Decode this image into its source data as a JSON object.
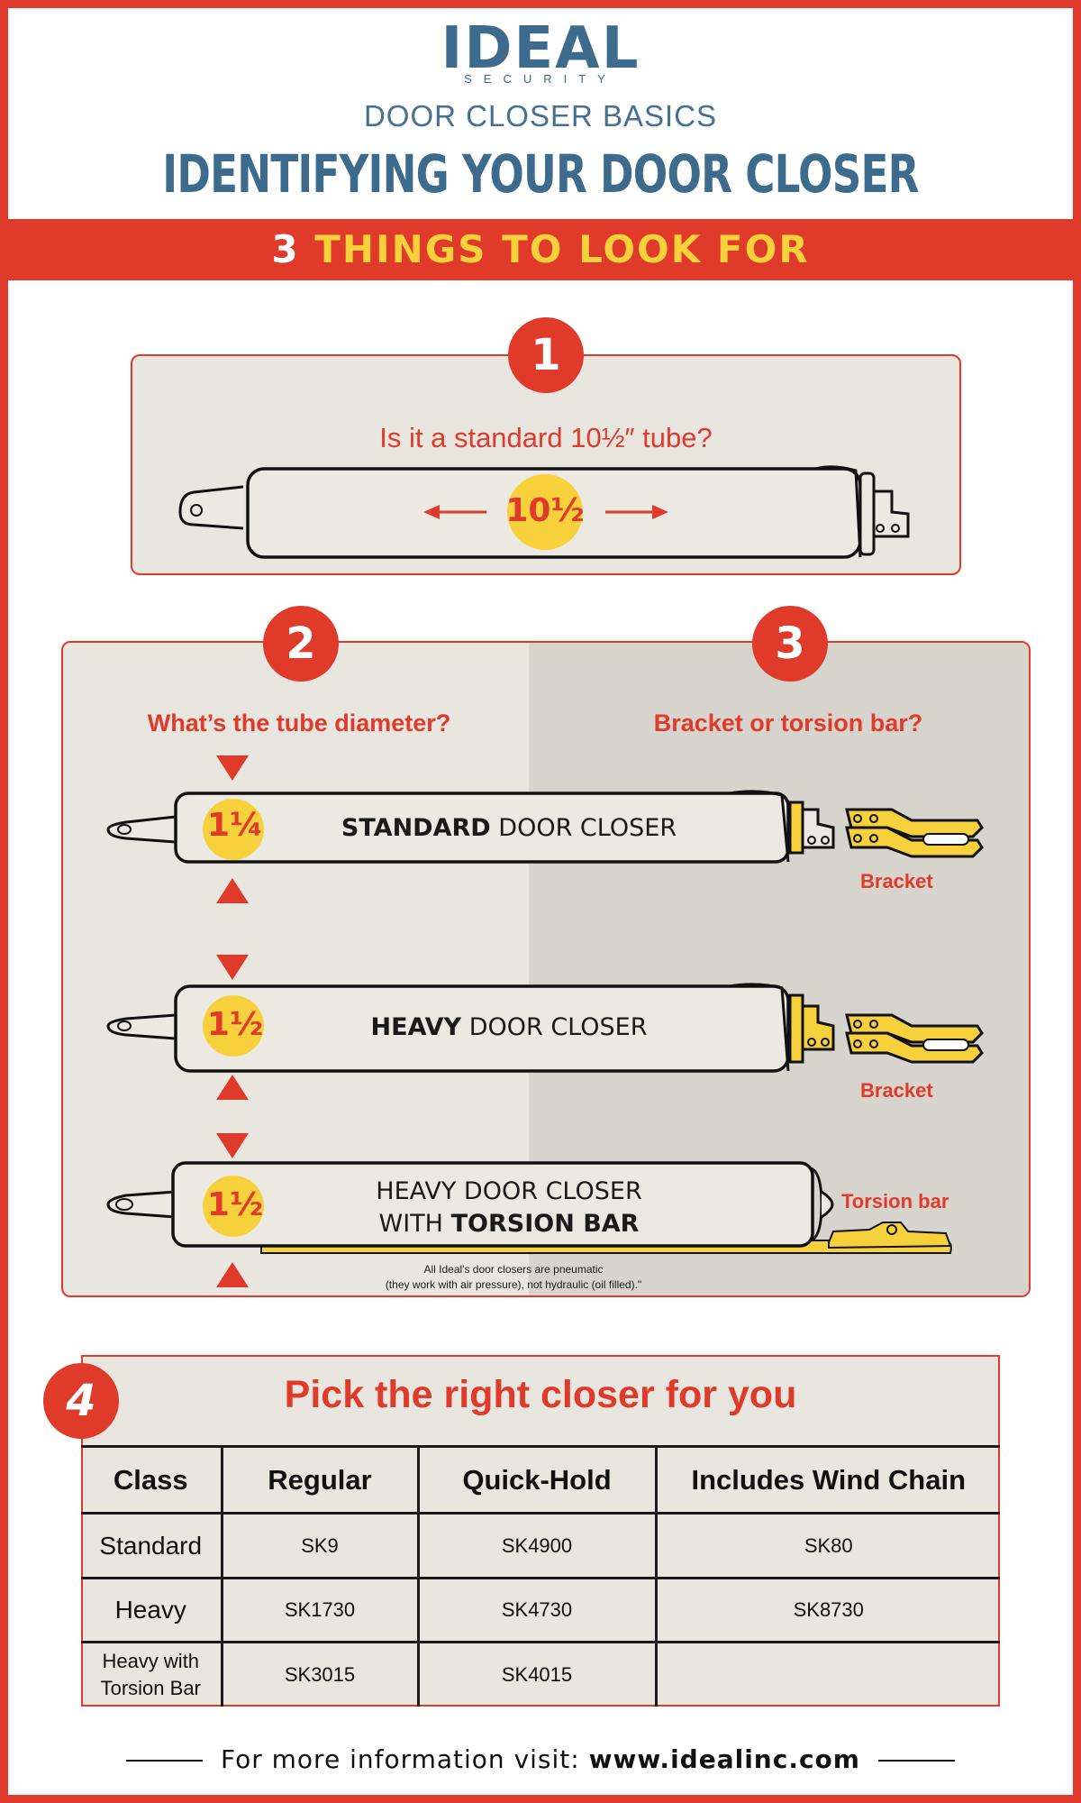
{
  "brand": {
    "name": "IDEAL",
    "sub": "SECURITY",
    "color": "#3d6b8e"
  },
  "header": {
    "kicker": "DOOR CLOSER BASICS",
    "title": "IDENTIFYING YOUR DOOR CLOSER"
  },
  "banner": {
    "number": "3",
    "text": "THINGS TO LOOK FOR"
  },
  "step1": {
    "number": "1",
    "question": "Is it a standard 10½″ tube?",
    "length": "10½"
  },
  "step2": {
    "number": "2",
    "question": "What’s the tube diameter?"
  },
  "step3": {
    "number": "3",
    "question": "Bracket or torsion bar?"
  },
  "closers": [
    {
      "diameter": "1¼",
      "label_bold": "STANDARD",
      "label_rest": "DOOR CLOSER",
      "part": "Bracket"
    },
    {
      "diameter": "1½",
      "label_bold": "HEAVY",
      "label_rest": "DOOR CLOSER",
      "part": "Bracket"
    },
    {
      "diameter": "1½",
      "label_line1": "HEAVY DOOR CLOSER",
      "label_line2_plain": "WITH",
      "label_line2_bold": "TORSION BAR",
      "part": "Torsion bar"
    }
  ],
  "footnote": {
    "line1": "All Ideal's door closers are pneumatic",
    "line2": "(they work with air pressure), not hydraulic (oil filled).\""
  },
  "step4": {
    "number": "4",
    "title": "Pick the right closer for you"
  },
  "table": {
    "headers": [
      "Class",
      "Regular",
      "Quick-Hold",
      "Includes Wind Chain"
    ],
    "rows": [
      [
        "Standard",
        "SK9",
        "SK4900",
        "SK80"
      ],
      [
        "Heavy",
        "SK1730",
        "SK4730",
        "SK8730"
      ],
      [
        "Heavy with Torsion Bar",
        "SK3015",
        "SK4015",
        ""
      ]
    ],
    "row3_head_line1": "Heavy with",
    "row3_head_line2": "Torsion Bar"
  },
  "footer": {
    "prefix": "For more information visit:",
    "url": "www.idealinc.com"
  },
  "colors": {
    "red": "#e03a2a",
    "yellow": "#f7d13b",
    "panel": "#e8e6df",
    "panel_shade": "#d6d4cc"
  }
}
